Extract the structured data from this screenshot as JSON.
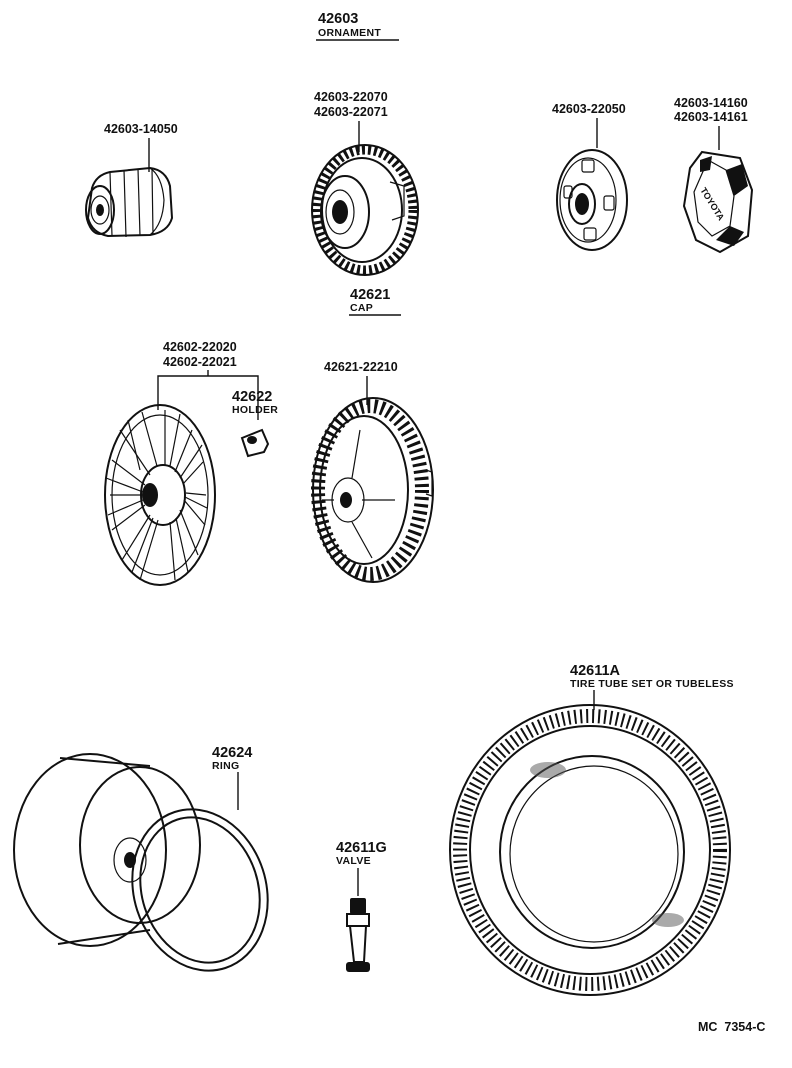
{
  "labels": {
    "ornament_group_number": "42603",
    "ornament_group_name": "ORNAMENT",
    "ornament_a": "42603-14050",
    "ornament_b_1": "42603-22070",
    "ornament_b_2": "42603-22071",
    "ornament_c": "42603-22050",
    "ornament_d_1": "42603-14160",
    "ornament_d_2": "42603-14161",
    "cap_group_number": "42621",
    "cap_group_name": "CAP",
    "cap_a_1": "42602-22020",
    "cap_a_2": "42602-22021",
    "holder_number": "42622",
    "holder_name": "HOLDER",
    "cap_b": "42621-22210",
    "tire_number": "42611A",
    "tire_name": "TIRE TUBE SET OR TUBELESS",
    "ring_number": "42624",
    "ring_name": "RING",
    "valve_number": "42611G",
    "valve_name": "VALVE",
    "diagram_code": "MC  7354-C",
    "emblem_text": "TOYOTA"
  }
}
